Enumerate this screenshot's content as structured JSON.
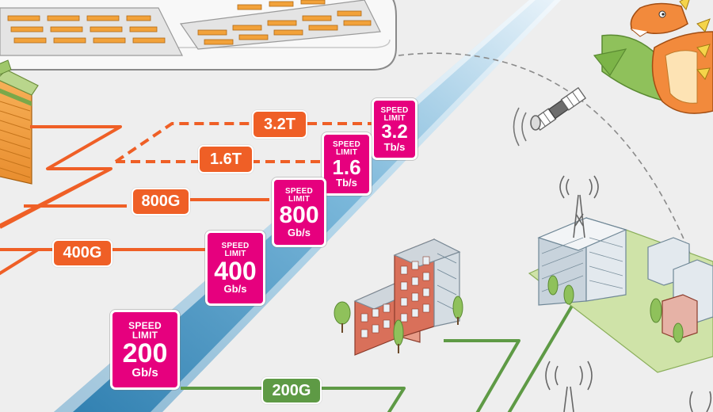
{
  "labels": {
    "l32t": "3.2T",
    "l16t": "1.6T",
    "l800g": "800G",
    "l400g": "400G",
    "l200g": "200G"
  },
  "signs": [
    {
      "cap1": "SPEED",
      "cap2": "LIMIT",
      "num": "3.2",
      "unit": "Tb/s"
    },
    {
      "cap1": "SPEED",
      "cap2": "LIMIT",
      "num": "1.6",
      "unit": "Tb/s"
    },
    {
      "cap1": "SPEED",
      "cap2": "LIMIT",
      "num": "800",
      "unit": "Gb/s"
    },
    {
      "cap1": "SPEED",
      "cap2": "LIMIT",
      "num": "400",
      "unit": "Gb/s"
    },
    {
      "cap1": "SPEED",
      "cap2": "LIMIT",
      "num": "200",
      "unit": "Gb/s"
    }
  ],
  "colors": {
    "orange": "#ef5f26",
    "green": "#5e9a45",
    "magenta": "#e6007e",
    "river": "#3d8fbf"
  },
  "icons": [
    "data-center-dome-icon",
    "server-rack-icon",
    "satellite-icon",
    "dragon-icon",
    "cell-tower-icon",
    "office-building-icon",
    "campus-buildings-icon",
    "tree-icon"
  ]
}
